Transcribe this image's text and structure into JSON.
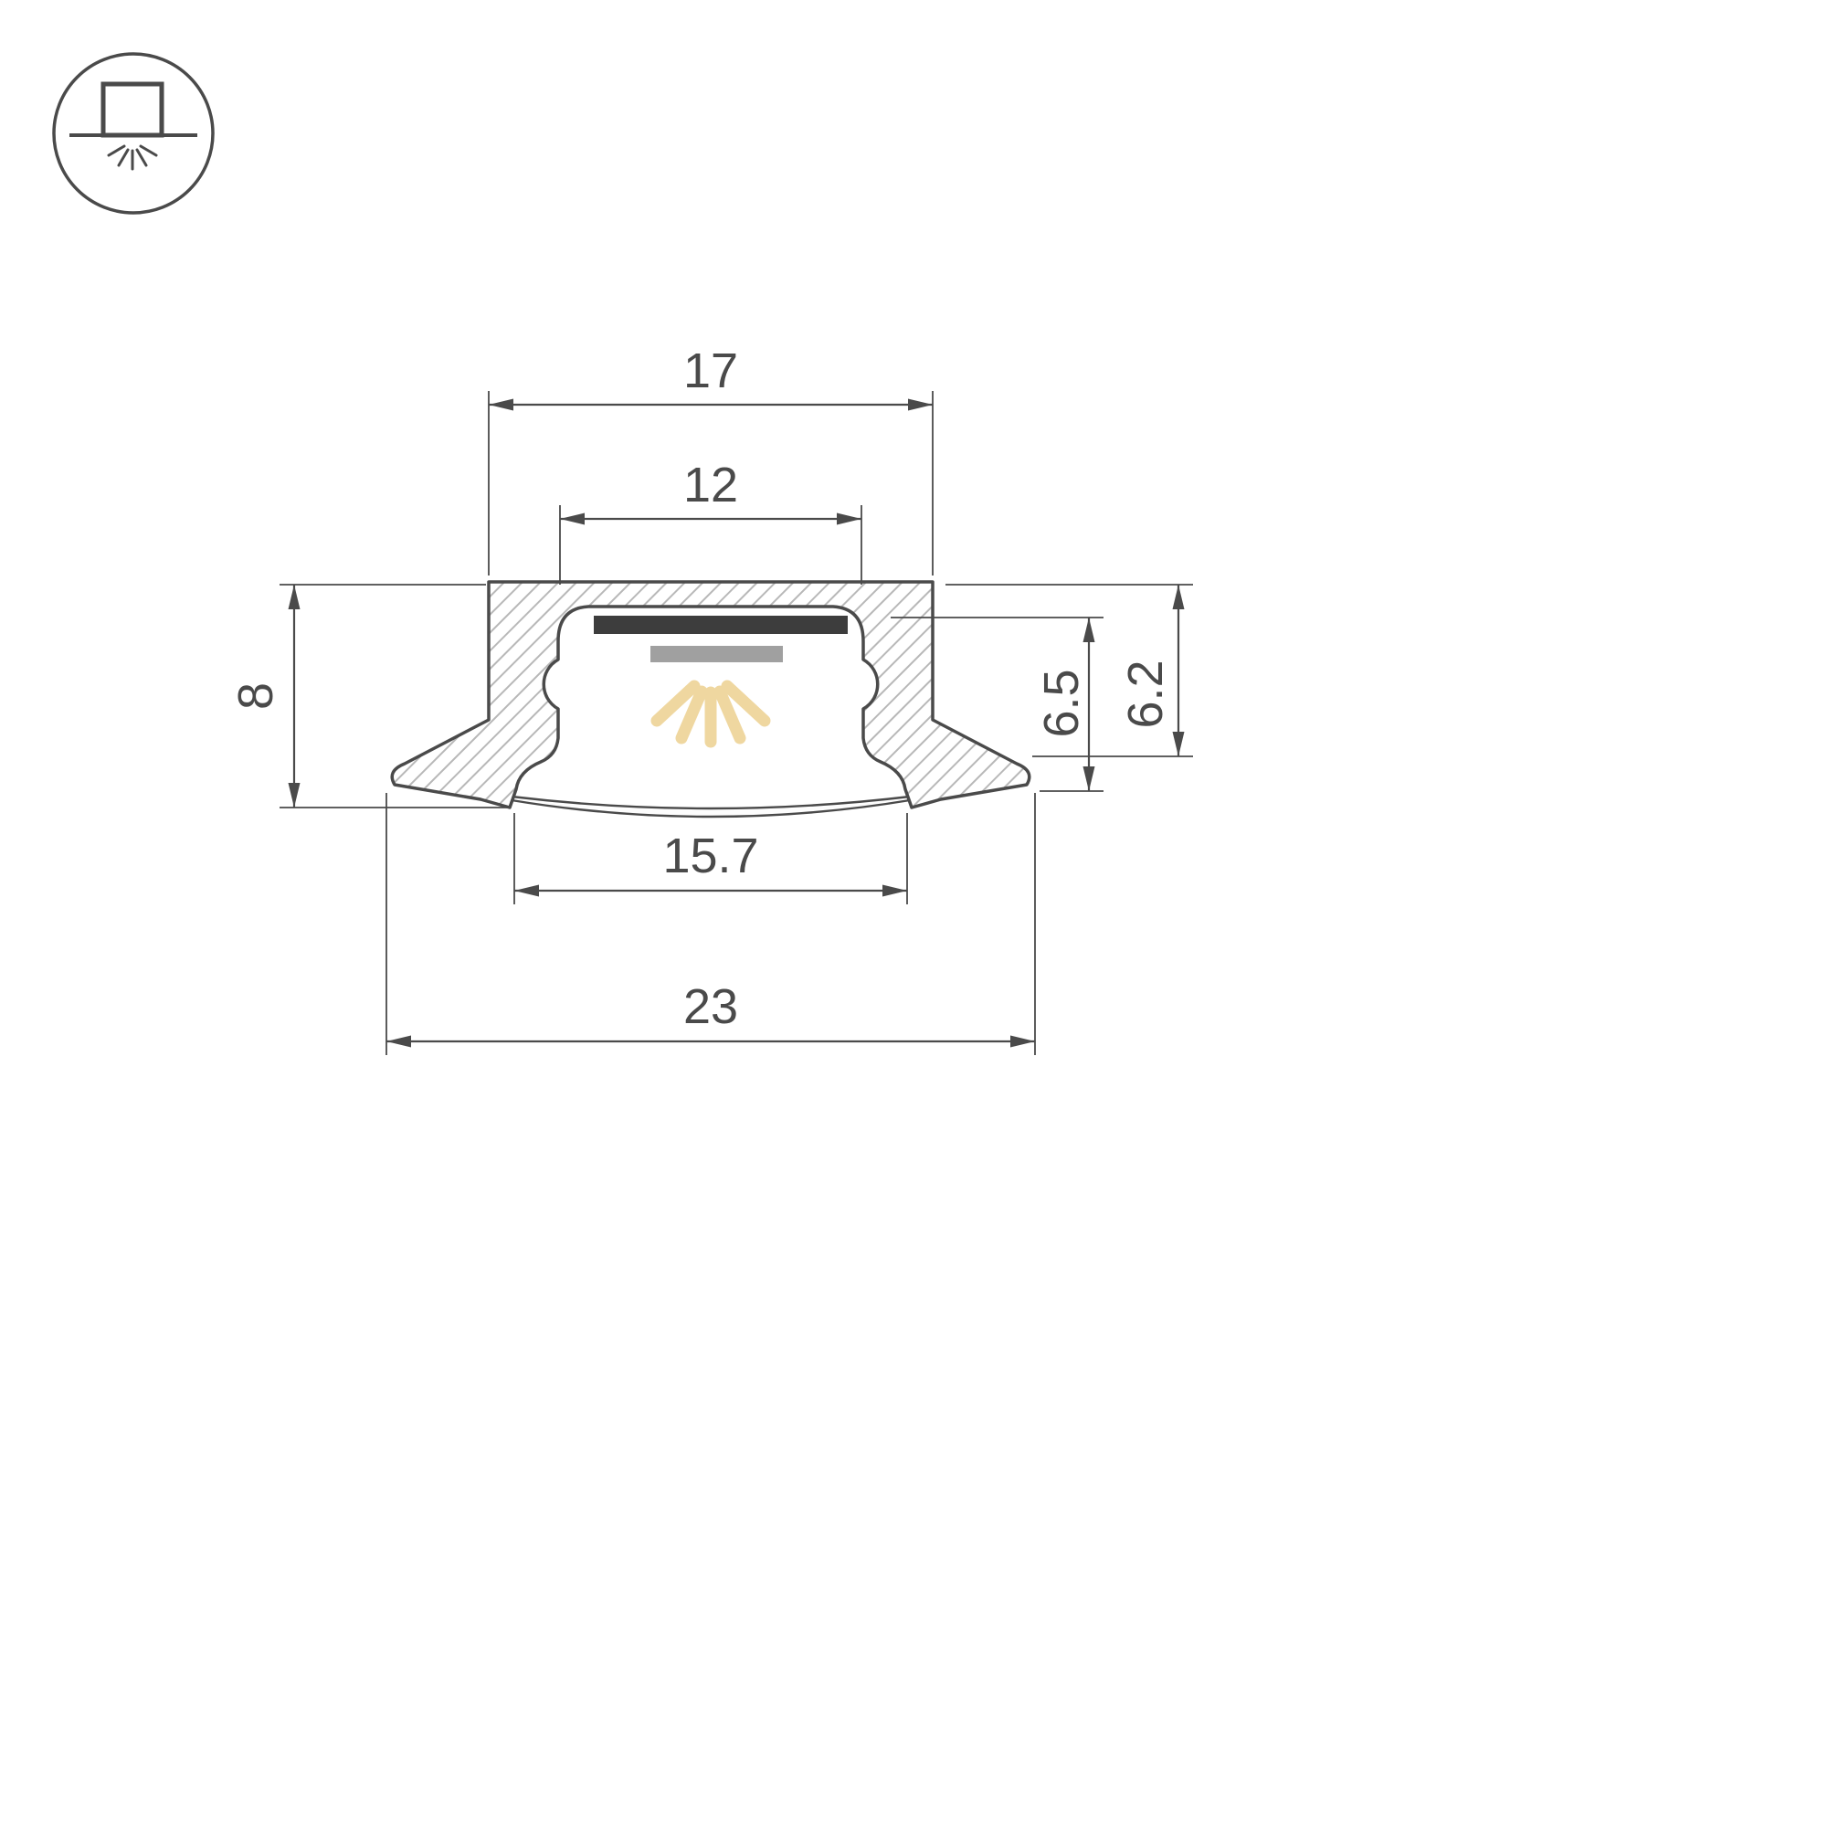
{
  "drawing": {
    "type": "led-profile-cross-section",
    "mount_icon": "recessed-mount-light-down-icon"
  },
  "dims": {
    "top_width": "17",
    "opening_width": "12",
    "height_left": "8",
    "depth_inner": "6.5",
    "depth_outer": "6.2",
    "bottom_width": "15.7",
    "overall_width": "23"
  },
  "colors": {
    "line": "#4a4a4a",
    "hatch": "#b8b8b8",
    "led_bar_dark": "#3d3d3d",
    "led_bar_gray": "#a0a0a0",
    "light_ray": "#efd7a0",
    "background": "#ffffff"
  }
}
